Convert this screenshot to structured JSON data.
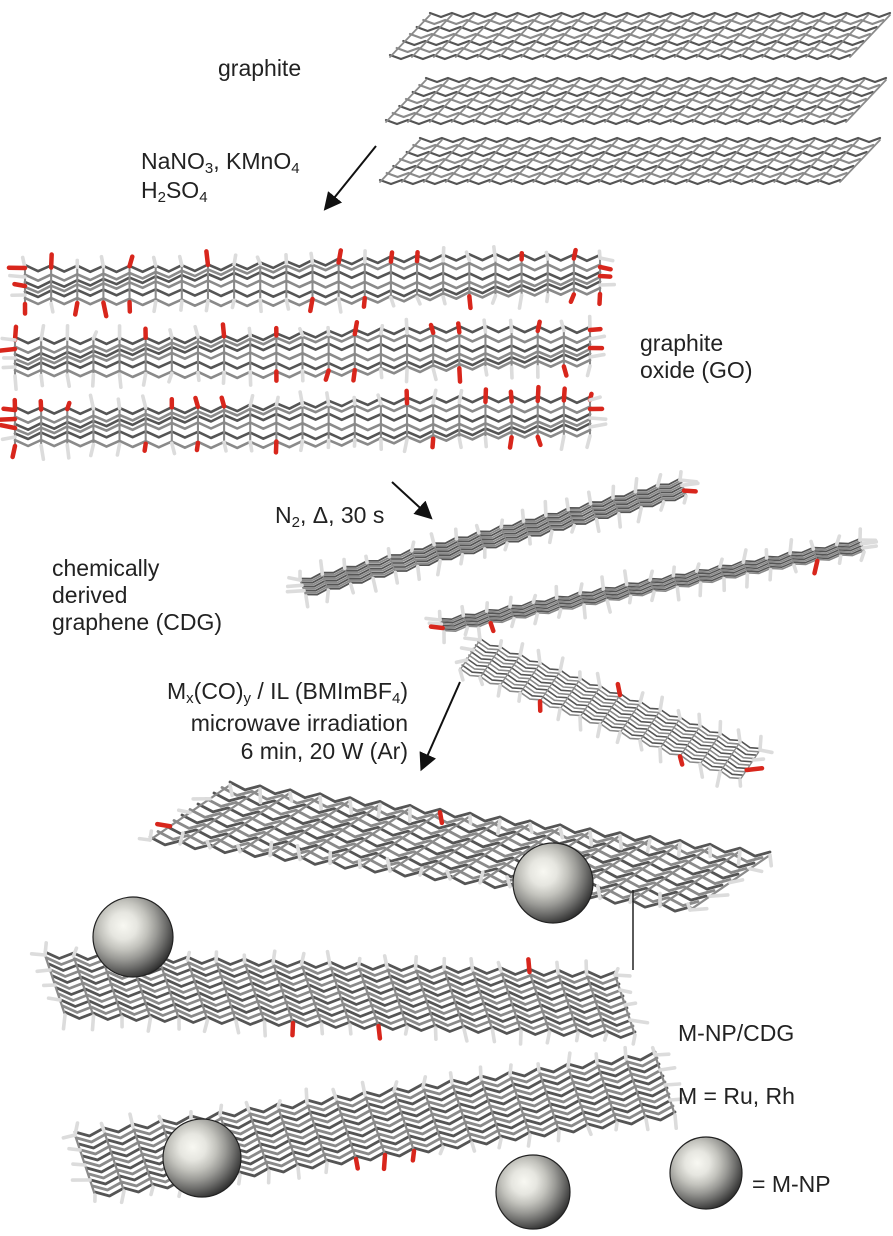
{
  "labels": {
    "graphite": "graphite",
    "step1_line1_a": "NaNO",
    "step1_line1_sub1": "3",
    "step1_line1_b": ", KMnO",
    "step1_line1_sub2": "4",
    "step1_line2_a": "H",
    "step1_line2_sub1": "2",
    "step1_line2_b": "SO",
    "step1_line2_sub2": "4",
    "go_line1": "graphite",
    "go_line2": "oxide (GO)",
    "step2_a": "N",
    "step2_sub": "2",
    "step2_b": ",  Δ, 30 s",
    "cdg_line1": "chemically",
    "cdg_line2": "derived",
    "cdg_line3": "graphene (CDG)",
    "step3_line1_a": "M",
    "step3_line1_sub1": "x",
    "step3_line1_b": "(CO)",
    "step3_line1_sub2": "y",
    "step3_line1_c": " / IL (BMImBF",
    "step3_line1_sub3": "4",
    "step3_line1_d": ")",
    "step3_line2": "microwave irradiation",
    "step3_line3": "6 min, 20 W (Ar)",
    "product": "M-NP/CDG",
    "metals": "M = Ru, Rh",
    "legend": "= M-NP"
  },
  "colors": {
    "carbon": "#8a8a8a",
    "carbon_dark": "#555555",
    "oxygen": "#d8261c",
    "hydrogen": "#dcdcdc",
    "sphere_light": "#f7f8f2",
    "sphere_dark": "#3c3c3c",
    "arrow": "#111111"
  }
}
